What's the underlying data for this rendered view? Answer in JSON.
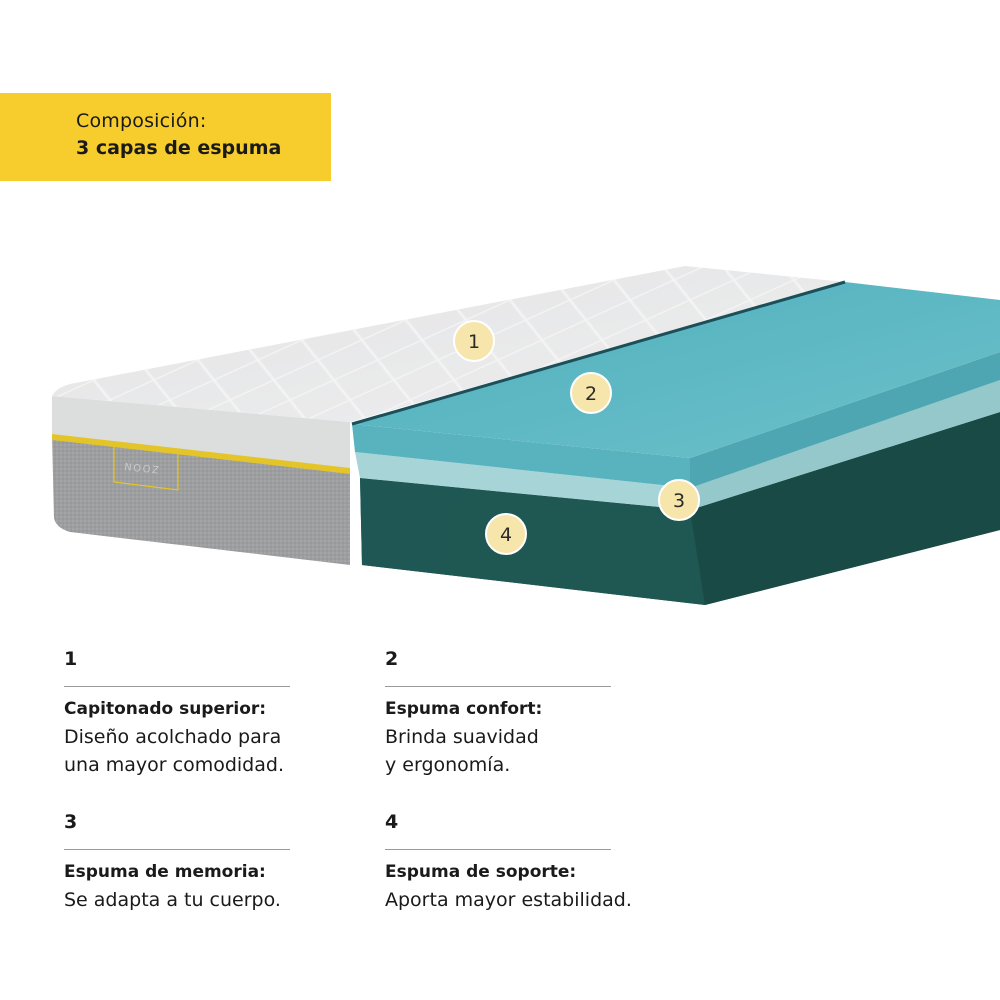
{
  "banner": {
    "line1": "Composición:",
    "line2": "3 capas de espuma",
    "color": "#f7cd2e"
  },
  "product": {
    "brand_label": "NOOZ"
  },
  "markers": [
    "1",
    "2",
    "3",
    "4"
  ],
  "colors": {
    "marker_fill": "#f6e6ab",
    "top_quilt": "#e9eaea",
    "side_knit": "#9c9d9f",
    "accent_stripe": "#e3c52a",
    "comfort_foam": "#5fb8c4",
    "memory_foam": "#a9d6d8",
    "support_foam": "#1f5550"
  },
  "legend": [
    {
      "number": "1",
      "title": "Capitonado superior:",
      "description": "Diseño acolchado para\nuna mayor comodidad."
    },
    {
      "number": "2",
      "title": "Espuma confort:",
      "description": "Brinda suavidad\ny ergonomía."
    },
    {
      "number": "3",
      "title": "Espuma de memoria:",
      "description": "Se adapta a tu cuerpo."
    },
    {
      "number": "4",
      "title": "Espuma de soporte:",
      "description": "Aporta mayor estabilidad."
    }
  ]
}
